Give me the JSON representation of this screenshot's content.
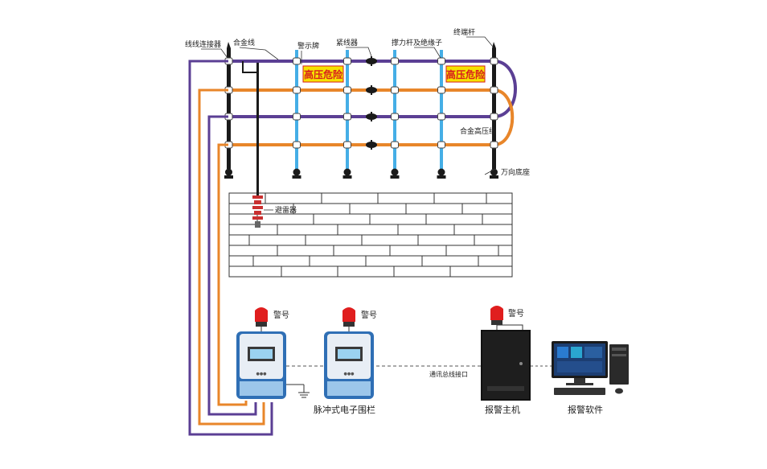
{
  "labels": {
    "wire_connector": "线线连接器",
    "alloy_wire": "合金线",
    "warning_sign": "警示牌",
    "tensioner": "紧线器",
    "support_rod": "撑力杆及绝缘子",
    "terminal_rod": "终端杆",
    "alloy_hv_wire": "合金高压线",
    "universal_base": "万向底座",
    "lightning_arrester": "避雷器",
    "alarm_1": "警号",
    "alarm_2": "警号",
    "alarm_3": "警号",
    "pulse_fence": "脉冲式电子围栏",
    "bus_interface": "通讯总线接口",
    "alarm_host": "报警主机",
    "alarm_software": "报警软件"
  },
  "sign_text": "高压危险",
  "colors": {
    "purple_wire": "#5b3f94",
    "orange_wire": "#e8862a",
    "blue_post": "#45aee6",
    "black_post": "#1a1a1a",
    "warning_yellow": "#f4e200",
    "warning_red": "#d81e1e"
  }
}
